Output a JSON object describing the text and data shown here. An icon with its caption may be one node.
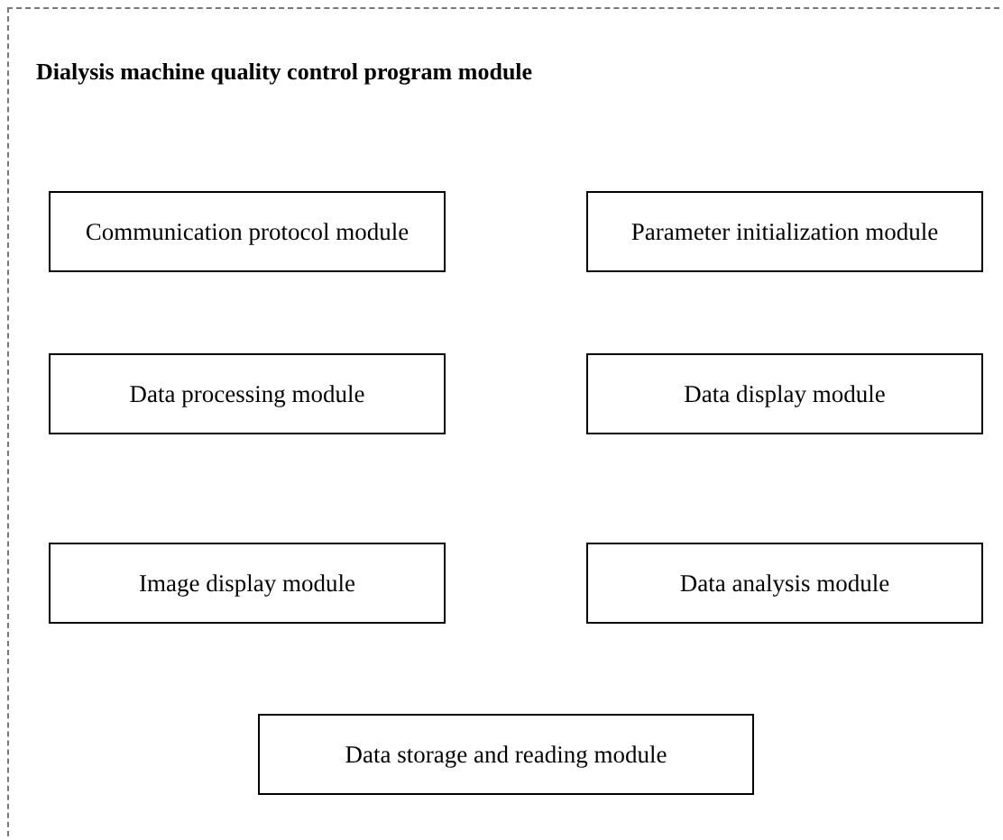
{
  "diagram": {
    "nodes": [
      {
        "text": [
          "Dialysis machine quality control program module"
        ]
      },
      {
        "text": [
          "Communication protocol module"
        ],
        "in": 0
      },
      {
        "text": [
          "Parameter initialization module"
        ],
        "in": 0
      },
      {
        "text": [
          "Data processing module"
        ],
        "in": 0
      },
      {
        "text": [
          "Data display module"
        ],
        "in": 0
      },
      {
        "text": [
          "Image display module"
        ],
        "in": 0
      },
      {
        "text": [
          "Data analysis module"
        ],
        "in": 0
      },
      {
        "text": [
          "Data storage and reading module"
        ],
        "in": 0
      }
    ]
  }
}
